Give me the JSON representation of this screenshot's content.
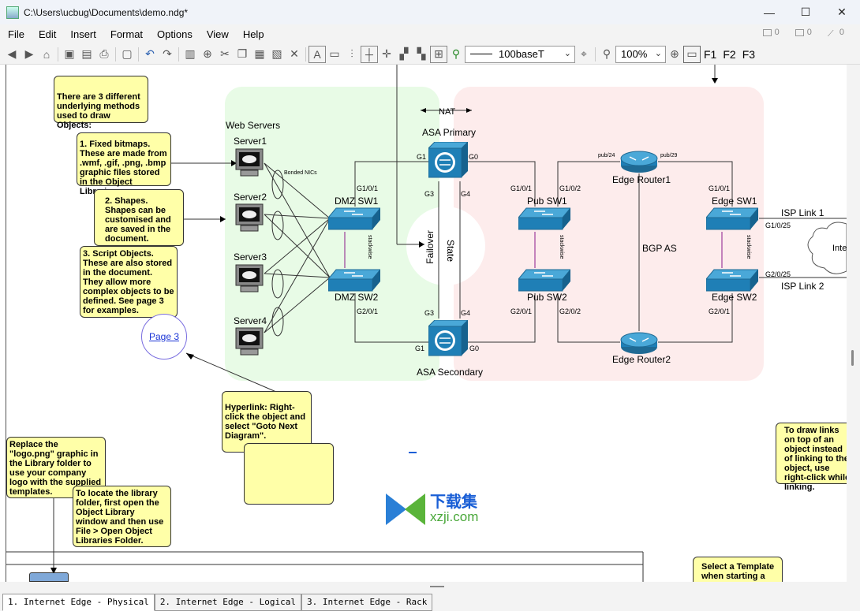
{
  "window": {
    "title": "C:\\Users\\ucbug\\Documents\\demo.ndg*",
    "minimize": "—",
    "maximize": "☐",
    "close": "✕"
  },
  "menu": {
    "items": [
      "File",
      "Edit",
      "Insert",
      "Format",
      "Options",
      "View",
      "Help"
    ],
    "counters": [
      "0",
      "0",
      "0"
    ]
  },
  "toolbar": {
    "line_style": "100baseT",
    "zoom": "100%",
    "fkeys": [
      "F1",
      "F2",
      "F3"
    ]
  },
  "diagram": {
    "notes": {
      "methods": "There are 3 different underlying methods used to draw Objects:",
      "bitmaps": "1. Fixed bitmaps. These are made from .wmf, .gif, .png, .bmp graphic files stored in the Object Libraries.",
      "shapes": "2. Shapes. Shapes can be customised and are saved in the document.",
      "scripts": "3. Script Objects. These are also stored in the document. They allow more complex objects to be defined. See page 3 for examples.",
      "hyperlink": "Hyperlink: Right-click the object and select \"Goto Next Diagram\".",
      "logo": "Replace the \"logo.png\" graphic in the Library folder to use your company logo with the supplied templates.",
      "library": "To locate the library folder, first open the Object Library window and then use File > Open Object Libraries Folder.",
      "draw_links": "To draw links on top of an object instead of linking to the object, use right-click while linking.",
      "template": "Select a Template when starting a"
    },
    "page_link": "Page 3",
    "labels": {
      "web_servers": "Web Servers",
      "server1": "Server1",
      "server2": "Server2",
      "server3": "Server3",
      "server4": "Server4",
      "bonded": "Bonded NICs",
      "nat": "NAT",
      "asa_primary": "ASA Primary",
      "asa_secondary": "ASA Secondary",
      "dmz_sw1": "DMZ SW1",
      "dmz_sw2": "DMZ SW2",
      "pub_sw1": "Pub SW1",
      "pub_sw2": "Pub SW2",
      "edge_router1": "Edge Router1",
      "edge_router2": "Edge Router2",
      "edge_sw1": "Edge SW1",
      "edge_sw2": "Edge SW2",
      "bgp": "BGP AS",
      "failover": "Failover",
      "state": "State",
      "isp1": "ISP Link 1",
      "isp2": "ISP Link 2",
      "internet": "Inte",
      "stackwise": "stackwise",
      "g1": "G1",
      "g0": "G0",
      "g3": "G3",
      "g4": "G4",
      "g101": "G1/0/1",
      "g102": "G1/0/2",
      "g201": "G2/0/1",
      "g202": "G2/0/2",
      "g1025": "G1/0/25",
      "g2025": "G2/0/25",
      "pub24": "pub/24",
      "pub29": "pub/29"
    }
  },
  "tabs": [
    "1. Internet Edge - Physical",
    "2. Internet Edge - Logical",
    "3. Internet Edge - Rack"
  ],
  "watermark": {
    "cn": "下载集",
    "url": "xzji.com"
  }
}
